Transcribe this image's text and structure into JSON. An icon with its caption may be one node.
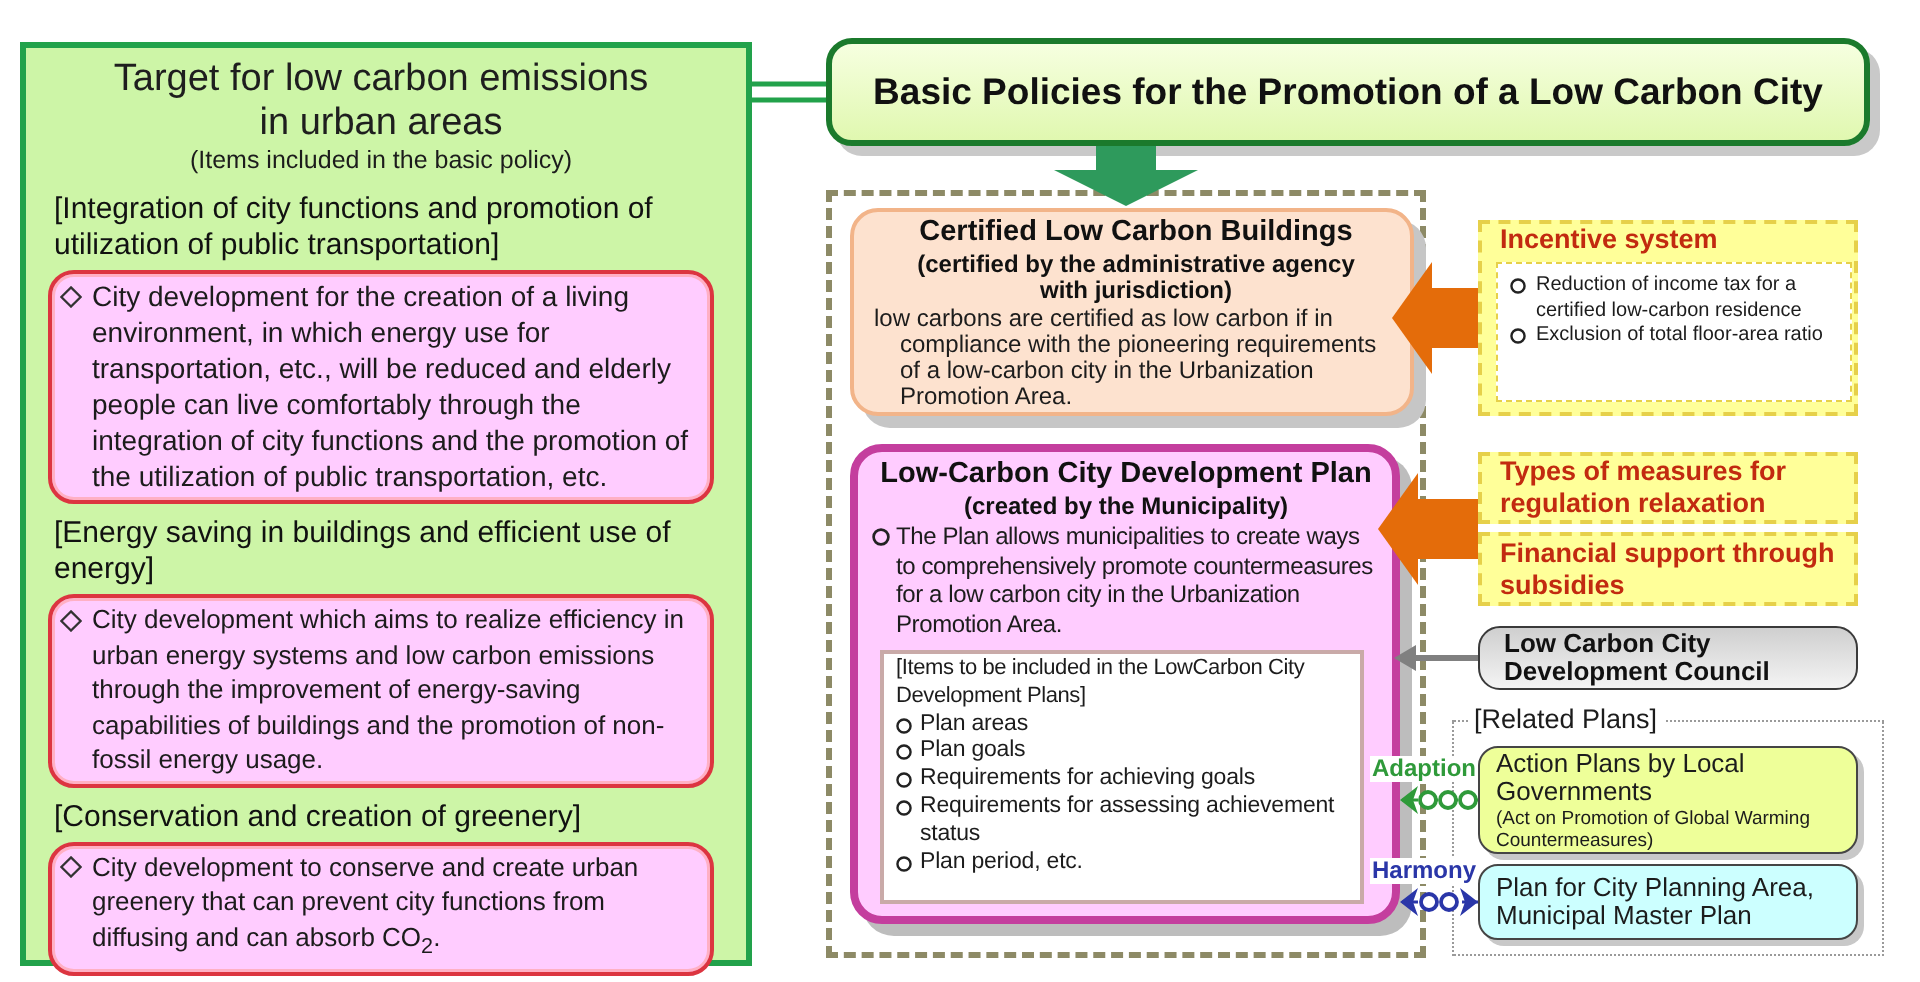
{
  "diagram": {
    "nodes": [
      {
        "text": [
          "Target for low carbon emissions in urban areas",
          "(Items included in the basic policy)",
          "[Integration of city functions and promotion of utilization of public transportation]",
          "[Energy saving in buildings and efficient use of energy]",
          "[Conservation and creation of greenery]"
        ]
      },
      {
        "text": [
          "City development for the creation of a living environment, in which energy use for transportation, etc., will be reduced and elderly people can live comfortably through the integration of city functions and the promotion of the utilization of public transportation, etc."
        ],
        "in": 0
      },
      {
        "text": [
          "City development which aims to realize efficiency in urban energy systems and low carbon emissions through the improvement of energy-saving capabilities of buildings and the promotion of non-fossil energy usage."
        ],
        "in": 0
      },
      {
        "text": [
          "City development to conserve and create urban greenery that can prevent city functions from diffusing and can absorb CO$_{2}$."
        ],
        "in": 0
      },
      {
        "text": [
          "Basic Policies for the Promotion of a Low Carbon City"
        ]
      },
      {
        "text": [],
        "shape": "box"
      },
      {
        "text": [
          "Certified Low Carbon Buildings",
          "(certified by the administrative agency with jurisdiction)",
          "low carbons are certified as low carbon if in compliance with the pioneering requirements of a low-carbon city in the Urbanization Promotion Area."
        ],
        "in": 5
      },
      {
        "text": [
          "Low-Carbon City Development Plan",
          "(created by the Municipality)",
          "The Plan allows municipalities to create ways to comprehensively promote countermeasures for a low carbon city in the Urbanization Promotion Area."
        ],
        "in": 5
      },
      {
        "text": [
          "[Items to be included in the LowCarbon City Development Plans]",
          "Plan areas",
          "Plan goals",
          "Requirements for achieving goals",
          "Requirements for assessing achievement status",
          "Plan period, etc."
        ],
        "in": 7
      },
      {
        "text": [
          "Incentive system"
        ]
      },
      {
        "text": [
          "Reduction of income tax for a certified low-carbon residence",
          "Exclusion of total floor-area ratio"
        ],
        "in": 9
      },
      {
        "text": [
          "Types of measures for regulation relaxation"
        ]
      },
      {
        "text": [
          "Financial support through subsidies"
        ]
      },
      {
        "text": [
          "Low Carbon City Development Council"
        ]
      },
      {
        "text": [
          "[Related Plans]"
        ]
      },
      {
        "text": [
          "Action Plans by Local Governments",
          "(Act on Promotion of Global Warming Countermeasures)"
        ],
        "in": 14
      },
      {
        "text": [
          "Plan for City Planning Area, Municipal Master Plan"
        ],
        "in": 14
      }
    ],
    "edges": [
      {
        "from": 0,
        "to": 4,
        "arrow": "none",
        "color": "#22a24b"
      },
      {
        "from": 4,
        "to": 5,
        "arrow": "to",
        "style": "thick",
        "color": "#2e9a5c"
      },
      {
        "from": 9,
        "to": 6,
        "arrow": "to",
        "style": "thick",
        "color": "#e46c0a"
      },
      {
        "from": 11,
        "to": 7,
        "arrow": "to",
        "style": "thick",
        "color": "#e46c0a"
      },
      {
        "from": 12,
        "to": 7,
        "arrow": "to",
        "style": "thick",
        "color": "#e46c0a"
      },
      {
        "from": 13,
        "to": 7,
        "arrow": "to",
        "color": "#808080"
      },
      {
        "from": 15,
        "to": 7,
        "arrow": "to",
        "label": "Adaption",
        "style": "dashed",
        "color": "#2f9a3a"
      },
      {
        "from": 16,
        "to": 7,
        "arrow": "both",
        "label": "Harmony",
        "style": "dashed",
        "color": "#2a36a8"
      }
    ]
  }
}
